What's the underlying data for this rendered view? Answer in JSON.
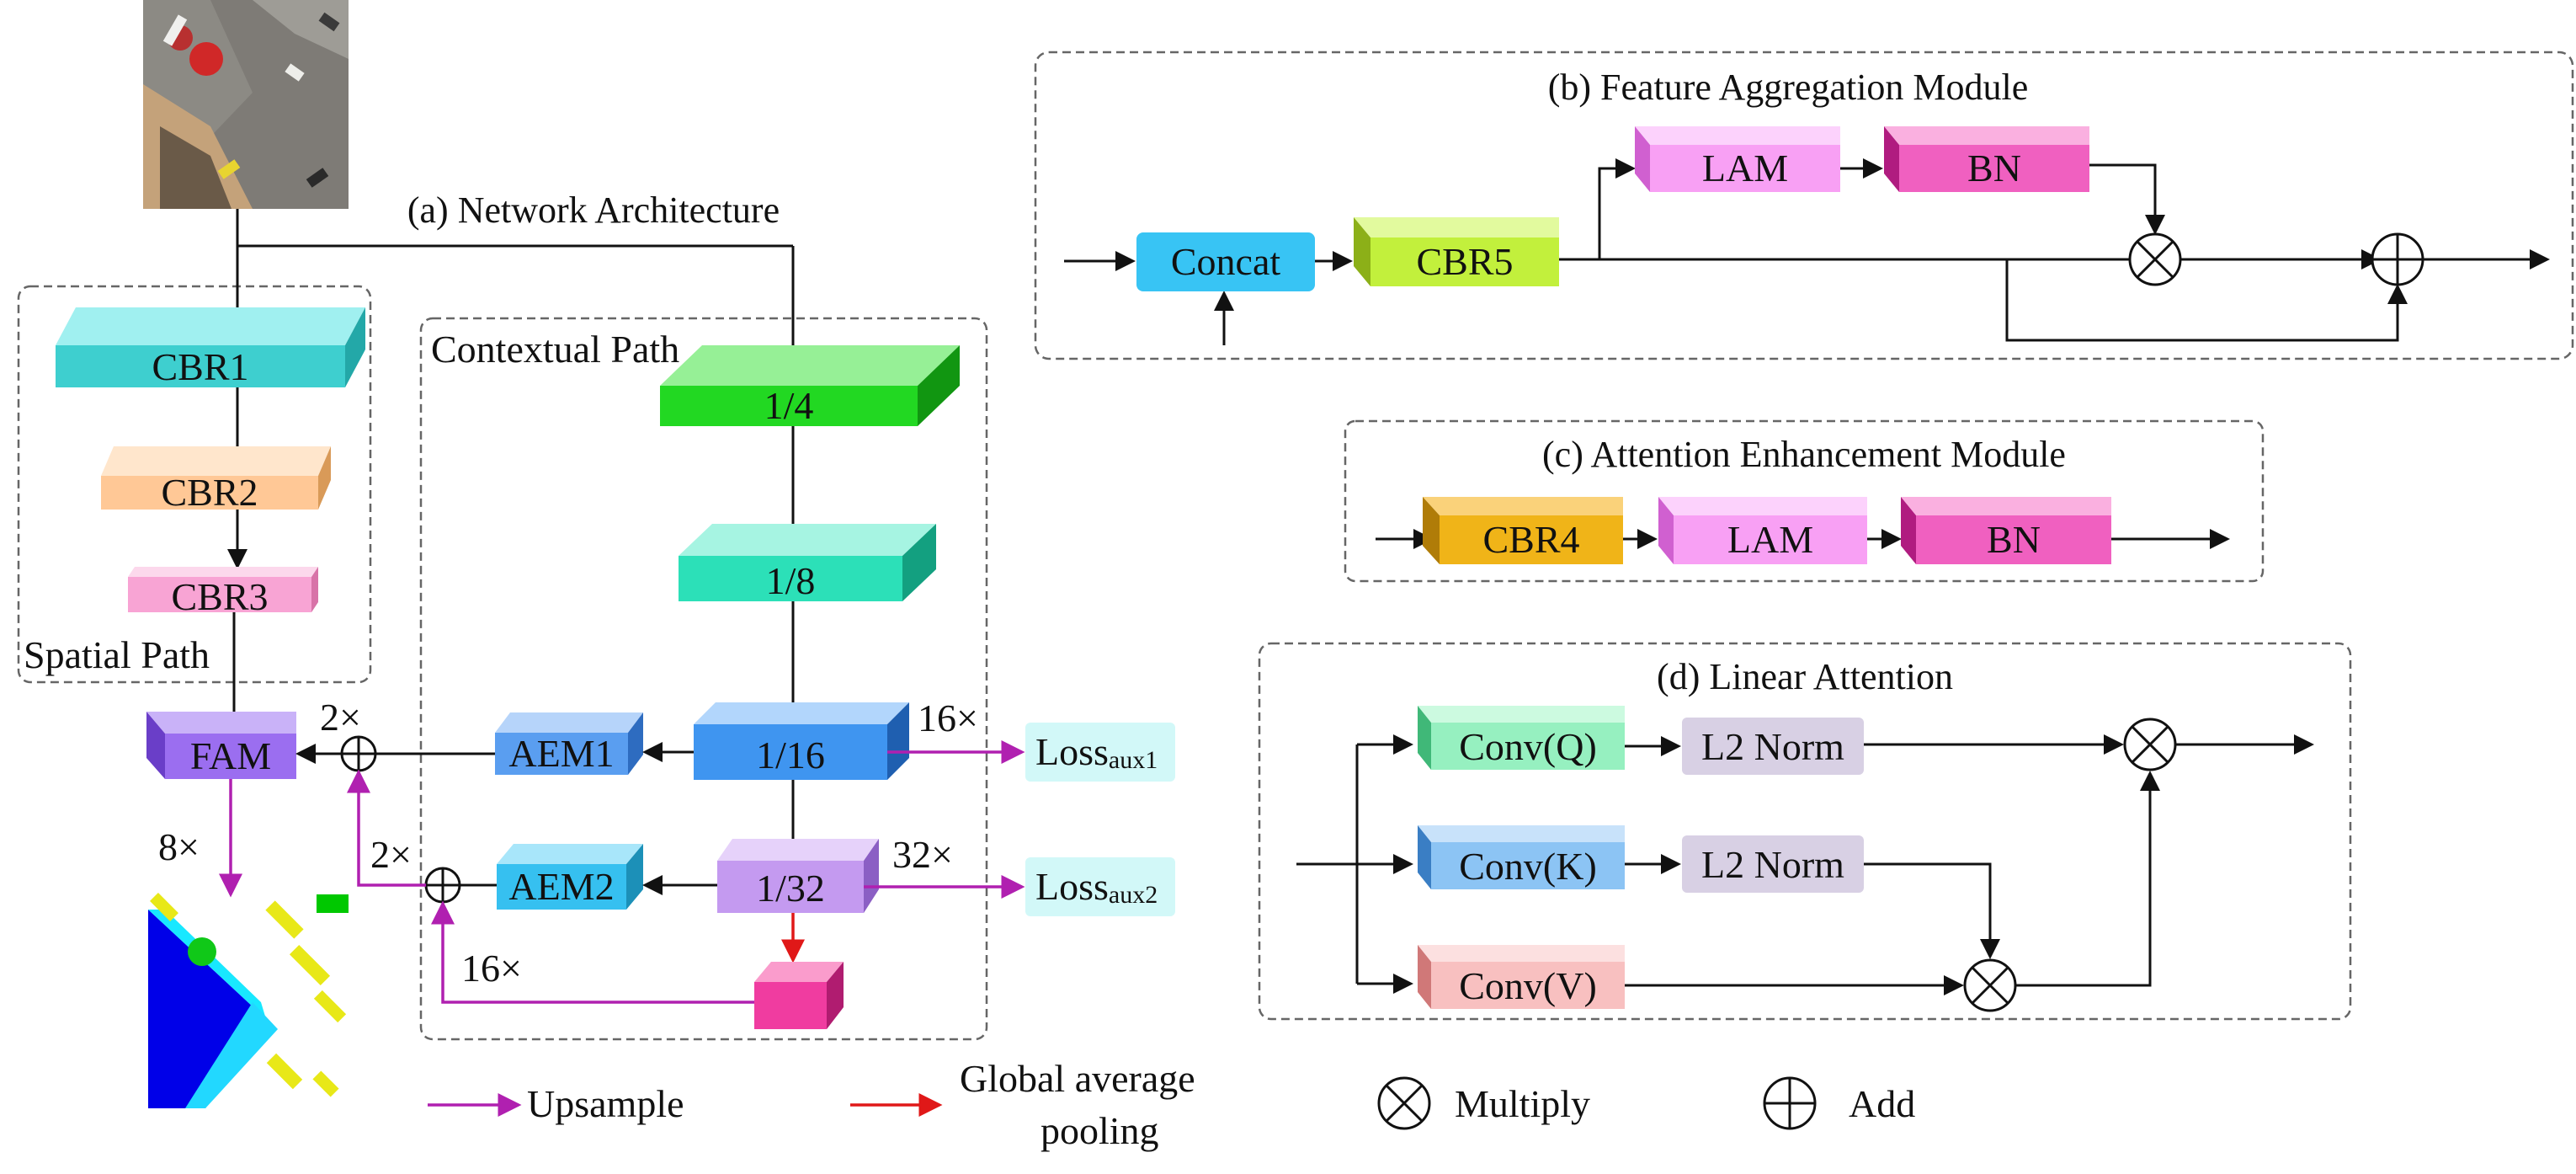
{
  "network": {
    "title": "(a) Network Architecture",
    "spatial_path_label": "Spatial Path",
    "contextual_path_label": "Contextual Path",
    "blocks": {
      "cbr1": "CBR1",
      "cbr2": "CBR2",
      "cbr3": "CBR3",
      "fam": "FAM",
      "s4": "1/4",
      "s8": "1/8",
      "s16": "1/16",
      "s32": "1/32",
      "aem1": "AEM1",
      "aem2": "AEM2"
    },
    "loss_aux1": {
      "base": "Loss",
      "sub": "aux1"
    },
    "loss_aux2": {
      "base": "Loss",
      "sub": "aux2"
    },
    "scales": {
      "fam_up": "2×",
      "aem2_up": "2×",
      "out_up": "8×",
      "loss1_up": "16×",
      "loss2_up": "32×",
      "gap_up": "16×"
    }
  },
  "fam_module": {
    "title": "(b) Feature Aggregation Module",
    "concat": "Concat",
    "cbr5": "CBR5",
    "lam": "LAM",
    "bn": "BN"
  },
  "aem_module": {
    "title": "(c) Attention Enhancement Module",
    "cbr4": "CBR4",
    "lam": "LAM",
    "bn": "BN"
  },
  "linear_attention": {
    "title": "(d) Linear Attention",
    "conv_q": "Conv(Q)",
    "conv_k": "Conv(K)",
    "conv_v": "Conv(V)",
    "l2_norm_1": "L2 Norm",
    "l2_norm_2": "L2 Norm"
  },
  "legend": {
    "upsample": "Upsample",
    "gap_line1": "Global average",
    "gap_line2": "pooling",
    "multiply": "Multiply",
    "add": "Add"
  },
  "colors": {
    "cbr1": "#3ecfcf",
    "cbr2": "#ffc896",
    "cbr3": "#f8a4d4",
    "fam": "#9b6ef0",
    "s4": "#22d822",
    "s8": "#2ce0b8",
    "s16": "#3f95f0",
    "s32": "#c49af0",
    "aem1": "#5a9ef0",
    "aem2": "#36c0f0",
    "gap": "#f03ca0",
    "concat": "#38c4f4",
    "cbr5": "#c2f03c",
    "lam": "#f8a0f4",
    "bn": "#f060c0",
    "cbr4": "#f0b418",
    "conv_q": "#96f0c0",
    "conv_k": "#8cc4f4",
    "conv_v": "#f8c0c0",
    "l2norm": "#d8d0e4",
    "loss": "#d2f8f8",
    "upsample_arrow": "#b020b0",
    "gap_arrow": "#e01818"
  }
}
